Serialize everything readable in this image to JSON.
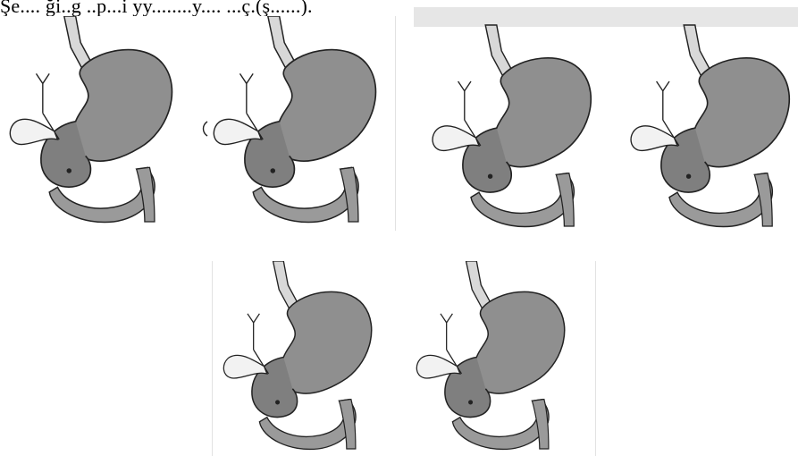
{
  "caption": "Şe.... ği..g ..p...i yy........y.... ...ç.(ş......).",
  "colors": {
    "stomach_fill": "#8f8f8f",
    "stomach_fill_light": "#a9a9a9",
    "outline": "#222222",
    "duct_fill": "#f2f2f2",
    "background": "#ffffff"
  },
  "figures": [
    {
      "icon": "stomach-duodenum-illustration-1"
    },
    {
      "icon": "stomach-duodenum-illustration-2"
    },
    {
      "icon": "stomach-duodenum-illustration-3"
    },
    {
      "icon": "stomach-duodenum-illustration-4"
    },
    {
      "icon": "stomach-duodenum-illustration-5"
    },
    {
      "icon": "stomach-duodenum-illustration-6"
    }
  ]
}
